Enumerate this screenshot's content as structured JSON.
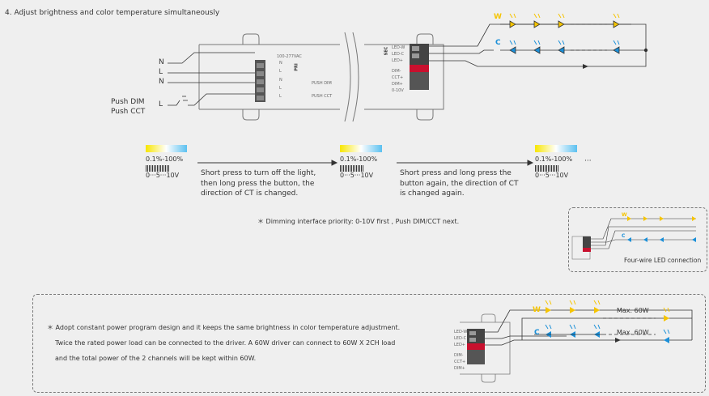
{
  "section_title": "4. Adjust brightness and color temperature simultaneously",
  "top_diagram": {
    "inputs": [
      "N",
      "L",
      "N"
    ],
    "push_labels": [
      "Push DIM",
      "Push CCT"
    ],
    "push_l": "L",
    "pri_label": "PRI",
    "sec_label": "SEC",
    "pri_terminals": [
      "N",
      "L",
      "N",
      "L",
      "L"
    ],
    "pri_small": "100-277VAC",
    "pri_push_dim": "PUSH DIM",
    "pri_push_cct": "PUSH CCT",
    "sec_terminals": [
      "LED-W",
      "LED-C",
      "LED+",
      "DIM-",
      "CCT+",
      "DIM+"
    ],
    "sec_small": "0-10V",
    "w_label": "W",
    "c_label": "C"
  },
  "steps": [
    {
      "range": "0.1%-100%",
      "scale": "0···5···10V"
    },
    {
      "range": "0.1%-100%",
      "scale": "0···5···10V"
    },
    {
      "range": "0.1%-100%",
      "scale": "0···5···10V"
    }
  ],
  "step_descriptions": [
    "Short press to turn off the light,\nthen long press the button, the\ndirection of CT is changed.",
    "Short press and long press the\nbutton again, the direction of CT\nis changed again."
  ],
  "ellipsis": "···",
  "priority_note": "＊ Dimming interface priority: 0-10V first , Push DIM/CCT next.",
  "four_wire": {
    "caption": "Four-wire LED connection",
    "w_label": "W",
    "c_label": "C"
  },
  "bottom": {
    "note_lines": [
      "＊ Adopt constant power program design and it keeps the same brightness in color temperature adjustment.",
      "Twice the rated power load can be connected to the driver.  A 60W driver can connect to 60W X 2CH load",
      "and the total power of the 2 channels will be kept within 60W."
    ],
    "terminals": [
      "LED-W",
      "LED-C",
      "LED+",
      "DIM-",
      "CCT+",
      "DIM+"
    ],
    "w_label": "W",
    "c_label": "C",
    "max_w": "Max. 60W",
    "max_c": "Max. 60W"
  },
  "colors": {
    "warm": "#f5c400",
    "cool": "#1a8fd8",
    "red_terminal": "#c8102e",
    "terminal_dark": "#555555",
    "line": "#333333"
  }
}
